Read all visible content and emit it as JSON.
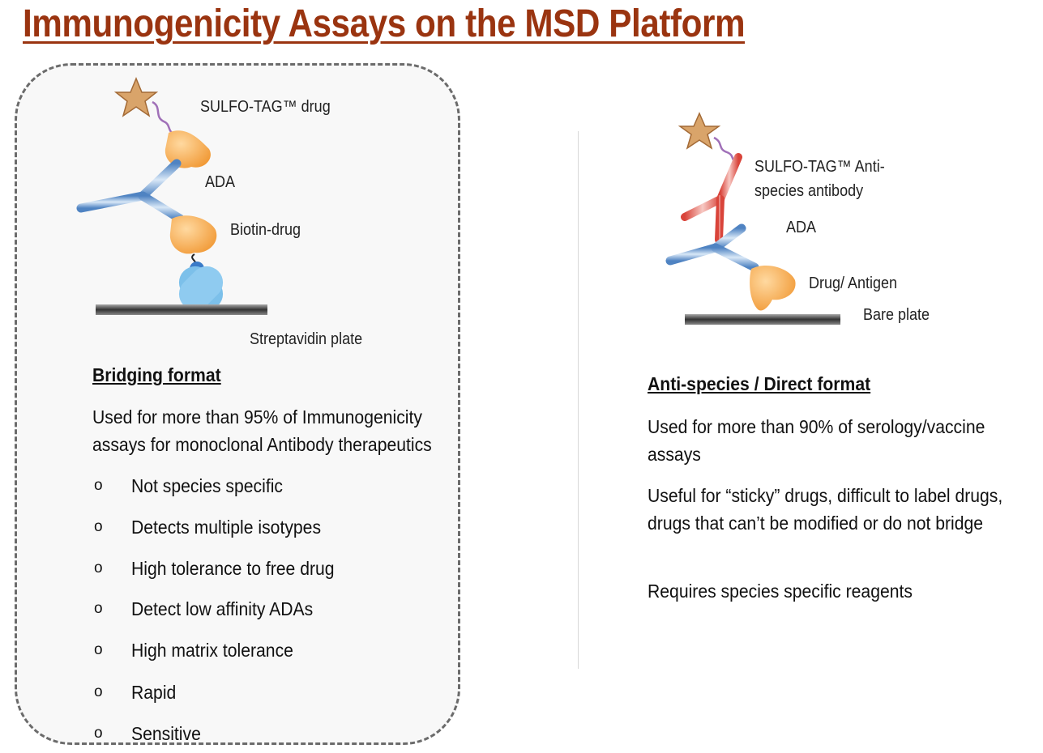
{
  "title": "Immunogenicity Assays on the MSD Platform",
  "left": {
    "diagram_labels": {
      "sulfo_tag": "SULFO-TAG™ drug",
      "ada": "ADA",
      "biotin": "Biotin-drug",
      "plate": "Streptavidin plate"
    },
    "heading": "Bridging format",
    "description": "Used for more than 95% of Immunogenicity assays for monoclonal Antibody therapeutics",
    "bullet_marker": "o",
    "bullets": [
      "Not species specific",
      "Detects multiple isotypes",
      "High tolerance to free drug",
      "Detect low affinity ADAs",
      "High matrix tolerance",
      "Rapid",
      "Sensitive"
    ]
  },
  "right": {
    "diagram_labels": {
      "sulfo_tag_line1": "SULFO-TAG™ Anti-",
      "sulfo_tag_line2": "species antibody",
      "ada": "ADA",
      "drug": "Drug/ Antigen",
      "plate": "Bare plate"
    },
    "heading": "Anti-species / Direct format",
    "paragraphs": [
      "Used for more than 90% of serology/vaccine assays",
      "Useful for “sticky” drugs, difficult to label drugs, drugs that can’t  be modified or do not bridge",
      "Requires species specific reagents"
    ]
  },
  "colors": {
    "title": "#9a3410",
    "antibody_blue": "#5b8fc9",
    "antibody_red": "#d9534f",
    "drug_orange": "#f3a24a",
    "streptavidin": "#7cc0ea",
    "star": "#d9a46a"
  }
}
